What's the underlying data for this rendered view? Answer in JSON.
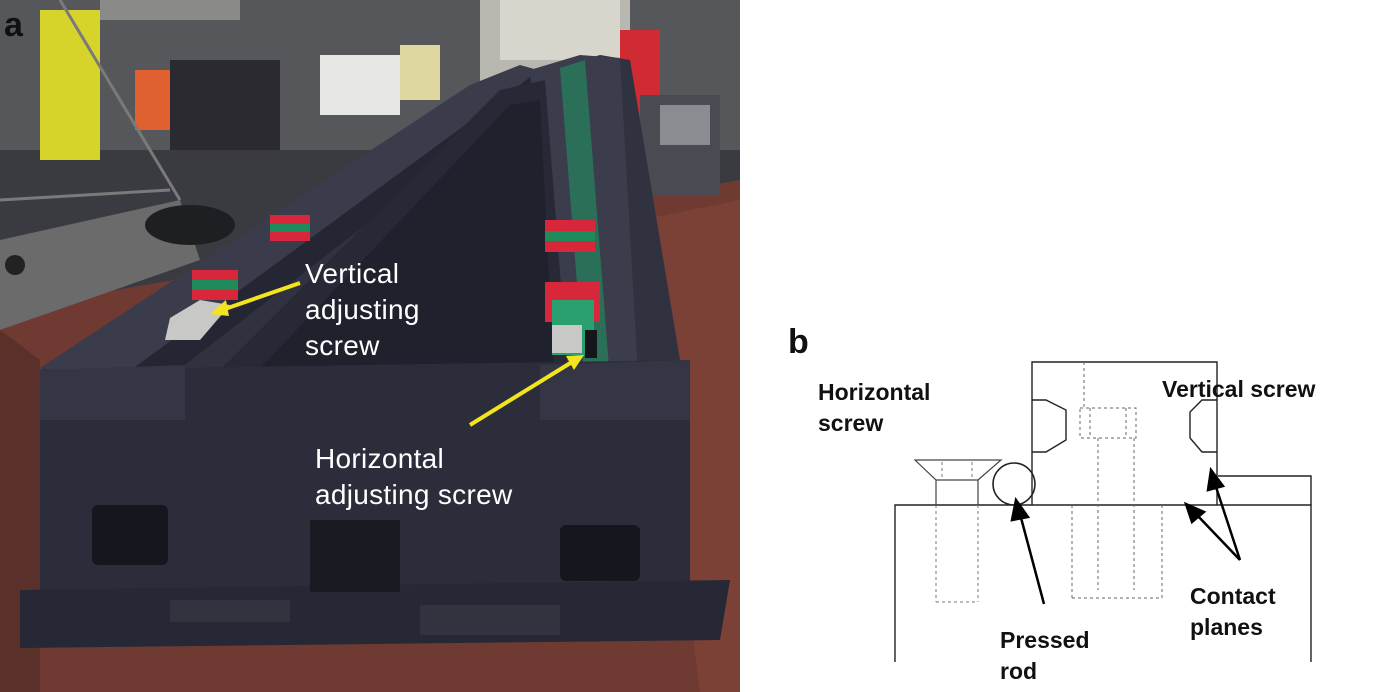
{
  "panels": {
    "a": {
      "letter": "a",
      "labels": {
        "vertical_adjusting_screw": "Vertical\nadjusting\nscrew",
        "horizontal_adjusting_screw": "Horizontal\nadjusting screw"
      }
    },
    "b": {
      "letter": "b",
      "labels": {
        "horizontal_screw": "Horizontal\nscrew",
        "vertical_screw": "Vertical screw",
        "pressed_rod": "Pressed\nrod",
        "contact_planes": "Contact\nplanes"
      }
    }
  },
  "colors": {
    "arrow_yellow": "#f2e41e",
    "machine_bed": "#2b2d3b",
    "rail_block_red": "#d8263a",
    "rail_block_green": "#1f8a5a",
    "floor": "#6e3a32"
  }
}
